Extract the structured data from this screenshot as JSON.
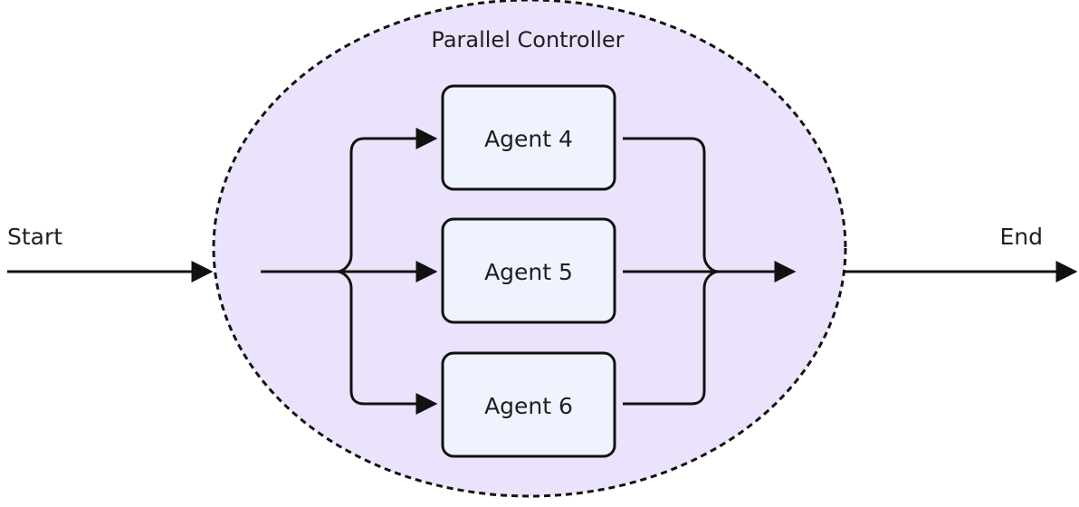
{
  "diagram": {
    "container_label": "Parallel Controller",
    "start_label": "Start",
    "end_label": "End",
    "agents": [
      {
        "label": "Agent 4"
      },
      {
        "label": "Agent 5"
      },
      {
        "label": "Agent 6"
      }
    ],
    "colors": {
      "container_fill": "#ebe3fb",
      "agent_fill": "#eef3fd",
      "stroke": "#111111",
      "text": "#1f1f1f"
    }
  }
}
